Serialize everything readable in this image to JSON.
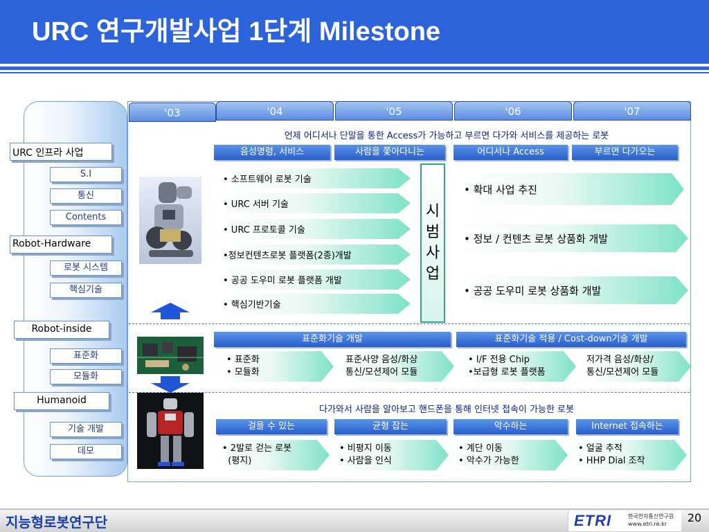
{
  "header": {
    "title": "URC 연구개발사업 1단계 Milestone",
    "bg_color": "#2c62da"
  },
  "years": [
    "'03",
    "'04",
    "'05",
    "'06",
    "'07"
  ],
  "left_column": {
    "categories": [
      {
        "label": "URC 인프라 사업",
        "subs": [
          "S.I",
          "통신",
          "Contents"
        ]
      },
      {
        "label": "Robot-Hardware",
        "subs": [
          "로봇 시스템",
          "핵심기술"
        ]
      },
      {
        "label": "Robot-inside",
        "subs": [
          "표준화",
          "모듈화"
        ]
      },
      {
        "label": "Humanoid",
        "subs": [
          "기술 개발",
          "데모"
        ]
      }
    ]
  },
  "section1": {
    "headline": "언제 어디서나 단말을 통한 Access가 가능하고 부르면 다가와 서비스를 제공하는 로봇",
    "tags": [
      "음성명령, 서비스",
      "사람을 쫓아다니는",
      "어디서나 Access",
      "부르면 다가오는"
    ],
    "left_items": [
      "• 소프트웨어 로봇 기술",
      "• URC 서버 기술",
      "• URC 프로토콜 기술",
      "•정보컨텐츠로봇 플랫폼(2종)개발",
      "• 공공 도우미 로봇 플랫폼 개발",
      "• 핵심기반기술"
    ],
    "vertical_label": [
      "시",
      "범",
      "사",
      "업"
    ],
    "right_items": [
      "• 확대 사업 추진",
      "• 정보 / 컨텐츠 로봇 상품화 개발",
      "• 공공 도우미 로봇 상품화 개발"
    ]
  },
  "section2": {
    "bars": [
      "표준화기술 개발",
      "표준화기술 적용 / Cost-down기술 개발"
    ],
    "arrows": [
      [
        "• 표준화",
        "• 모듈화"
      ],
      [
        "표준사양 음성/화상",
        "통신/모션제어 모듈"
      ],
      [
        "• I/F 전용 Chip",
        "•보급형 로봇 플랫폼"
      ],
      [
        "저가격 음성/화상/",
        "통신/모션제어 모듈"
      ]
    ]
  },
  "section3": {
    "headline": "다가와서 사람을 알아보고 핸드폰을 통해 인터넷 접속이 가능한 로봇",
    "tags": [
      "걸을 수 있는",
      "균형 잡는",
      "악수하는",
      "Internet 접속하는"
    ],
    "arrows": [
      [
        "• 2발로 걷는 로봇",
        "  (평지)"
      ],
      [
        "• 비평지 이동",
        "• 사람을 인식"
      ],
      [
        "• 계단 이동",
        "• 악수가 가능한"
      ],
      [
        "• 얼굴 추적",
        "• HHP Dial 조작"
      ]
    ]
  },
  "footer": {
    "org": "지능형로봇연구단",
    "logo_text": "ETRI",
    "logo_sub1": "한국전자통신연구원",
    "logo_sub2": "www.etri.re.kr",
    "page": "20"
  }
}
